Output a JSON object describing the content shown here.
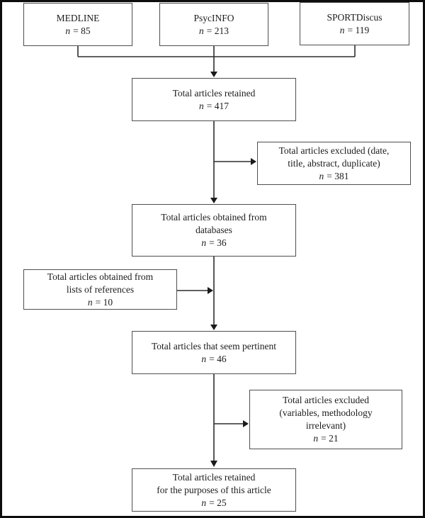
{
  "figure": {
    "type": "flowchart",
    "colors": {
      "background": "#ffffff",
      "frame_border": "#0d0d0d",
      "box_border": "#4f4f4f",
      "connector_line": "#2d2d2d",
      "text": "#1c1c1c"
    }
  },
  "nodes": {
    "medline": {
      "lines": [
        "MEDLINE"
      ],
      "n_symbol": "n",
      "n_value": "= 85"
    },
    "psycinfo": {
      "lines": [
        "PsycINFO"
      ],
      "n_symbol": "n",
      "n_value": "= 213"
    },
    "sportdiscus": {
      "lines": [
        "SPORTDiscus"
      ],
      "n_symbol": "n",
      "n_value": "= 119"
    },
    "retained_total": {
      "lines": [
        "Total articles retained"
      ],
      "n_symbol": "n",
      "n_value": "= 417"
    },
    "excluded_screening": {
      "lines": [
        "Total articles excluded (date,",
        "title, abstract, duplicate)"
      ],
      "n_symbol": "n",
      "n_value": "= 381"
    },
    "from_databases": {
      "lines": [
        "Total articles obtained from",
        "databases"
      ],
      "n_symbol": "n",
      "n_value": "= 36"
    },
    "from_references": {
      "lines": [
        "Total articles obtained from",
        "lists of references"
      ],
      "n_symbol": "n",
      "n_value": "= 10"
    },
    "pertinent": {
      "lines": [
        "Total articles that seem pertinent"
      ],
      "n_symbol": "n",
      "n_value": "= 46"
    },
    "excluded_review": {
      "lines": [
        "Total articles excluded",
        "(variables, methodology",
        "irrelevant)"
      ],
      "n_symbol": "n",
      "n_value": "= 21"
    },
    "final_retained": {
      "lines": [
        "Total articles retained",
        "for the purposes of this article"
      ],
      "n_symbol": "n",
      "n_value": "= 25"
    }
  }
}
